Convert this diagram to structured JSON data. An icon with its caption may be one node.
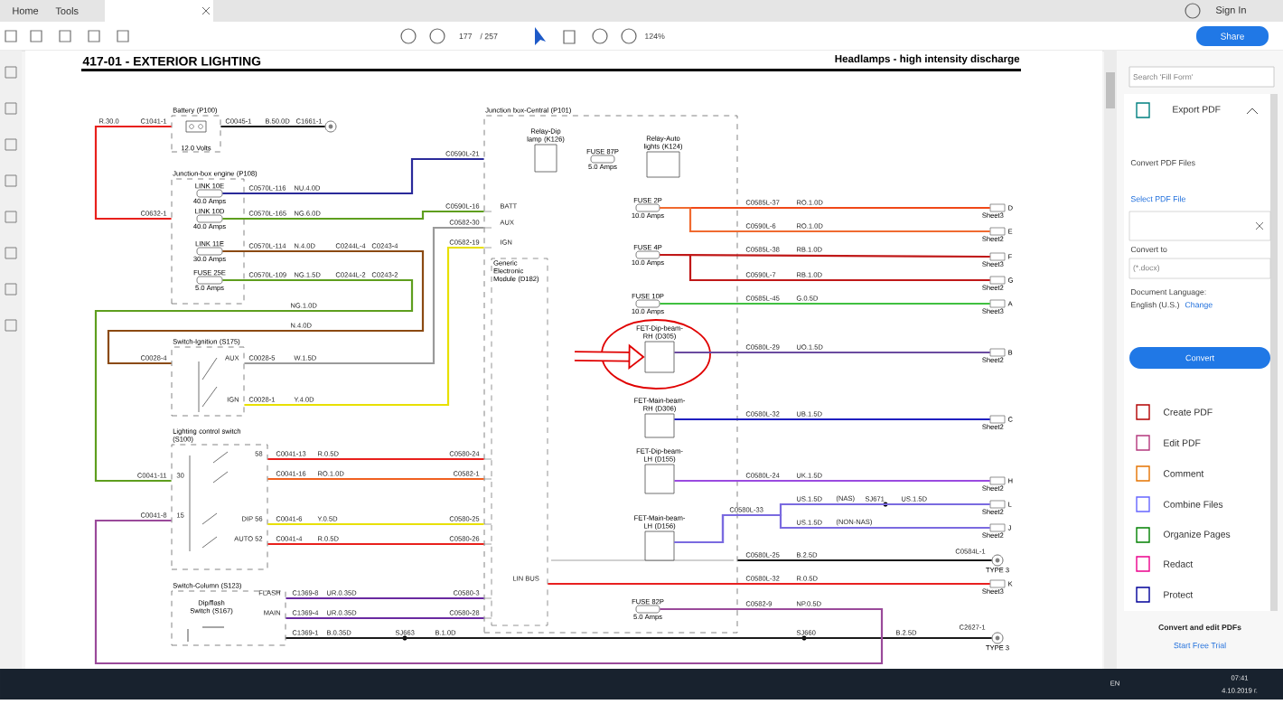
{
  "diagram": {
    "title": "417-01 - EXTERIOR LIGHTING",
    "nodes": [
      {
        "text": [
          "Battery (P100)",
          "12.0 Volts"
        ]
      },
      {
        "text": [
          "Junction-box engine (P108)"
        ]
      },
      {
        "text": [
          "LINK 10E",
          "40.0 Amps"
        ],
        "in": 1
      },
      {
        "text": [
          "LINK 10D",
          "40.0 Amps"
        ],
        "in": 1
      },
      {
        "text": [
          "LINK 11E",
          "30.0 Amps"
        ],
        "in": 1
      },
      {
        "text": [
          "FUSE 25E",
          "5.0 Amps"
        ],
        "in": 1
      },
      {
        "text": [
          "Switch-Ignition (S175)"
        ]
      },
      {
        "text": [
          "Lighting control switch (S100)"
        ]
      },
      {
        "text": [
          "Switch-Column (S123)"
        ]
      },
      {
        "text": [
          "Dip/flash Switch (S167)"
        ],
        "in": 8
      },
      {
        "text": [
          "Junction box-Central (P101)"
        ]
      },
      {
        "text": [
          "Relay-Dip lamp (K126)"
        ],
        "in": 10
      },
      {
        "text": [
          "FUSE 87P",
          "5.0 Amps"
        ],
        "in": 10
      },
      {
        "text": [
          "Relay-Auto lights (K124)"
        ],
        "in": 10
      },
      {
        "text": [
          "Generic Electronic Module (D182)"
        ],
        "in": 10
      },
      {
        "text": [
          "FUSE 2P",
          "10.0 Amps"
        ],
        "in": 10
      },
      {
        "text": [
          "FUSE 4P",
          "10.0 Amps"
        ],
        "in": 10
      },
      {
        "text": [
          "FUSE 10P",
          "10.0 Amps"
        ],
        "in": 10
      },
      {
        "text": [
          "FET-Dip-beam-RH (D305)"
        ],
        "in": 10
      },
      {
        "text": [
          "FET-Main-beam-RH (D306)"
        ],
        "in": 10
      },
      {
        "text": [
          "FET-Dip-beam-LH (D155)"
        ],
        "in": 10
      },
      {
        "text": [
          "FET-Main-beam-LH (D156)"
        ],
        "in": 10
      },
      {
        "text": [
          "FUSE 82P",
          "5.0 Amps"
        ],
        "in": 10
      },
      {
        "text": [],
        "shape": "circle"
      },
      {
        "text": [
          "D",
          "Sheet3"
        ]
      },
      {
        "text": [
          "E",
          "Sheet2"
        ]
      },
      {
        "text": [
          "F",
          "Sheet3"
        ]
      },
      {
        "text": [
          "G",
          "Sheet2"
        ]
      },
      {
        "text": [
          "A",
          "Sheet3"
        ]
      },
      {
        "text": [
          "B",
          "Sheet2"
        ]
      },
      {
        "text": [
          "C",
          "Sheet2"
        ]
      },
      {
        "text": [
          "H",
          "Sheet2"
        ]
      },
      {
        "text": [
          "L",
          "Sheet2"
        ]
      },
      {
        "text": [
          "J",
          "Sheet2"
        ]
      },
      {
        "text": [],
        "shape": "circle",
        "beside": [
          "TYPE 3"
        ]
      },
      {
        "text": [
          "K",
          "Sheet3"
        ]
      },
      {
        "text": [],
        "shape": "circle",
        "beside": [
          "TYPE 3"
        ]
      }
    ],
    "edges": [
      {
        "from": 0,
        "to": 1,
        "arrow": "none",
        "color": "#e8201c"
      },
      {
        "from": 0,
        "to": 23,
        "arrow": "none",
        "color": "#1a1a1a"
      },
      {
        "from": 2,
        "to": 10,
        "arrow": "none",
        "color": "#2a2a9a"
      },
      {
        "from": 3,
        "to": 10,
        "arrow": "none",
        "color": "#5e9e1e"
      },
      {
        "from": 4,
        "to": 6,
        "arrow": "none",
        "color": "#8b4a12"
      },
      {
        "from": 5,
        "to": 7,
        "arrow": "none",
        "color": "#5e9e1e"
      },
      {
        "from": 6,
        "to": 10,
        "arrow": "none",
        "color": "#9a9a9a"
      },
      {
        "from": 6,
        "to": 10,
        "arrow": "none",
        "color": "#e8e000"
      },
      {
        "from": 7,
        "to": 10,
        "arrow": "none",
        "color": "#e8201c"
      },
      {
        "from": 7,
        "to": 10,
        "arrow": "none",
        "color": "#f06020"
      },
      {
        "from": 7,
        "to": 10,
        "arrow": "none",
        "color": "#e8e000"
      },
      {
        "from": 7,
        "to": 10,
        "arrow": "none",
        "color": "#e8201c"
      },
      {
        "from": 8,
        "to": 10,
        "arrow": "none",
        "color": "#6a2aa0"
      },
      {
        "from": 8,
        "to": 10,
        "arrow": "none",
        "color": "#6a2aa0"
      },
      {
        "from": 8,
        "to": 36,
        "arrow": "none",
        "color": "#1a1a1a"
      },
      {
        "from": 15,
        "to": 24,
        "arrow": "none",
        "color": "#f04818"
      },
      {
        "from": 15,
        "to": 25,
        "arrow": "none",
        "color": "#f06a30"
      },
      {
        "from": 16,
        "to": 26,
        "arrow": "none",
        "color": "#c01818"
      },
      {
        "from": 16,
        "to": 27,
        "arrow": "none",
        "color": "#c01818"
      },
      {
        "from": 17,
        "to": 28,
        "arrow": "none",
        "color": "#40c040"
      },
      {
        "from": 18,
        "to": 29,
        "arrow": "none",
        "color": "#6a4aa0"
      },
      {
        "from": 19,
        "to": 30,
        "arrow": "none",
        "color": "#2020c0"
      },
      {
        "from": 20,
        "to": 31,
        "arrow": "none",
        "color": "#9a4ae0"
      },
      {
        "from": 21,
        "to": 32,
        "arrow": "none",
        "color": "#7a6ae0"
      },
      {
        "from": 21,
        "to": 33,
        "arrow": "none",
        "color": "#7a6ae0"
      },
      {
        "from": 10,
        "to": 34,
        "arrow": "none",
        "color": "#1a1a1a"
      },
      {
        "from": 14,
        "to": 35,
        "arrow": "none",
        "color": "#e82020"
      },
      {
        "from": 22,
        "to": 7,
        "arrow": "none",
        "color": "#9a4a9a"
      },
      {
        "from": null,
        "to": 18,
        "arrow": "to",
        "style": "thick",
        "color": "#e00000"
      }
    ],
    "labels": [
      "Home",
      "Tools",
      "Sign In",
      "177",
      "/ 257",
      "124%",
      "Share",
      "Search 'Fill Form'",
      "Headlamps - high intensity discharge",
      "R.30.0",
      "C1041-1",
      "C0045-1",
      "B.50.0D",
      "C1661-1",
      "C0632-1",
      "C0570L-116",
      "NU.4.0D",
      "C0570L-165",
      "NG.6.0D",
      "C0570L-114",
      "N.4.0D",
      "C0244L-4",
      "C0243-4",
      "C0570L-109",
      "NG.1.5D",
      "C0244L-2",
      "C0243-2",
      "NG.1.0D",
      "N.4.0D",
      "C0028-4",
      "AUX",
      "C0028-5",
      "W.1.5D",
      "IGN",
      "C0028-1",
      "Y.4.0D",
      "58",
      "C0041-13",
      "R.0.5D",
      "C0041-11",
      "30",
      "C0041-16",
      "RO.1.0D",
      "C0041-8",
      "15",
      "DIP 56",
      "C0041-6",
      "Y.0.5D",
      "AUTO 52",
      "C0041-4",
      "R.0.5D",
      "FLASH",
      "C1369-8",
      "UR.0.35D",
      "MAIN",
      "C1369-4",
      "UR.0.35D",
      "C1369-1",
      "B.0.35D",
      "SJ663",
      "B.1.0D",
      "C0590L-21",
      "C0590L-16",
      "C0582-30",
      "C0582-19",
      "C0580-24",
      "C0582-1",
      "C0580-25",
      "C0580-26",
      "C0580-3",
      "C0580-28",
      "BATT",
      "AUX",
      "IGN",
      "LIN BUS",
      "C0585L-37",
      "RO.1.0D",
      "C0590L-6",
      "RO.1.0D",
      "C0585L-38",
      "RB.1.0D",
      "C0590L-7",
      "RB.1.0D",
      "C0585L-45",
      "G.0.5D",
      "C0580L-29",
      "UO.1.5D",
      "C0580L-32",
      "UB.1.5D",
      "C0580L-24",
      "UK.1.5D",
      "C0580L-33",
      "US.1.5D",
      "(NAS)",
      "SJ671",
      "US.1.5D",
      "US.1.5D",
      "(NON-NAS)",
      "C0580L-25",
      "B.2.5D",
      "C0584L-1",
      "C0580L-32",
      "R.0.5D",
      "C0582-9",
      "NP.0.5D",
      "SJ660",
      "B.2.5D",
      "C2627-1",
      "Export PDF",
      "Convert PDF Files",
      "Select PDF File",
      "Convert to",
      "(*.docx)",
      "Document Language:",
      "English (U.S.)",
      "Change",
      "Convert",
      "Create PDF",
      "Edit PDF",
      "Comment",
      "Combine Files",
      "Organize Pages",
      "Redact",
      "Protect",
      "Convert and edit PDFs",
      "Start Free Trial",
      "EN",
      "07:41",
      "4.10.2019 г."
    ]
  }
}
